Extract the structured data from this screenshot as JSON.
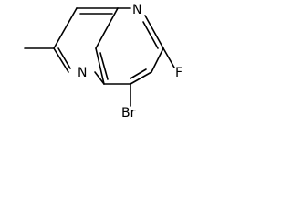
{
  "structure": {
    "atoms": {
      "n_top": "N",
      "n_bottom": "N",
      "fluorine": "F",
      "bromine": "Br"
    }
  }
}
